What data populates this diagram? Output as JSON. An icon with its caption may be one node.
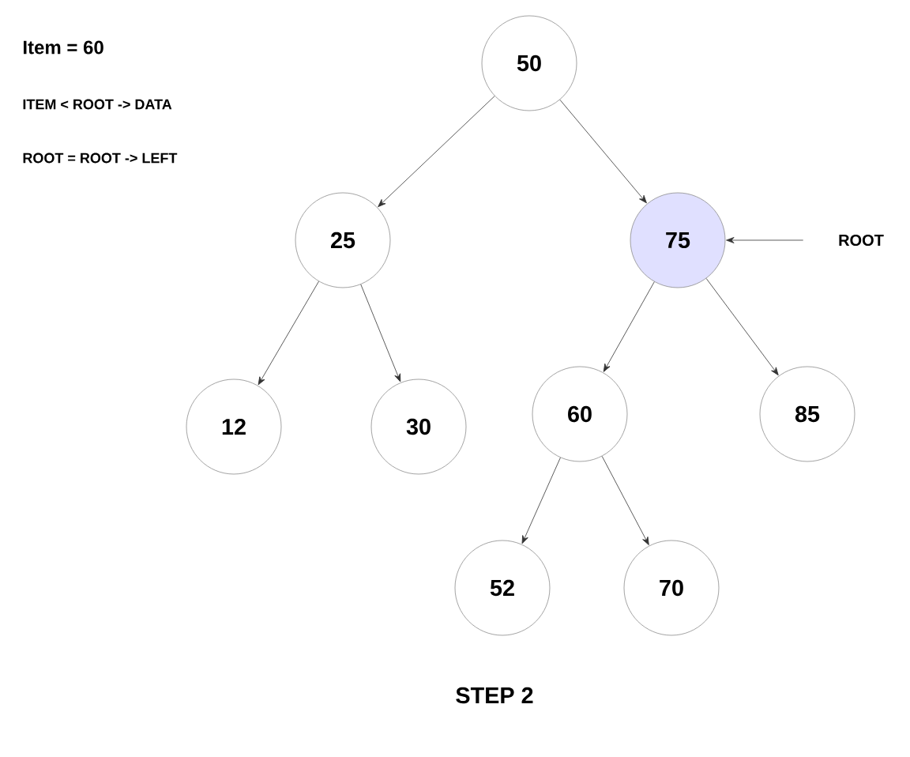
{
  "diagram": {
    "caption": "STEP 2",
    "nodes": [
      {
        "text": [
          "50"
        ]
      },
      {
        "text": [
          "25"
        ]
      },
      {
        "text": [
          "75"
        ]
      },
      {
        "text": [
          "12"
        ]
      },
      {
        "text": [
          "30"
        ]
      },
      {
        "text": [
          "60"
        ]
      },
      {
        "text": [
          "85"
        ]
      },
      {
        "text": [
          "52"
        ]
      },
      {
        "text": [
          "70"
        ]
      },
      {
        "text": [
          "ROOT"
        ]
      }
    ],
    "edges": [
      {
        "from": 0,
        "to": 1,
        "arrow": "to"
      },
      {
        "from": 0,
        "to": 2,
        "arrow": "to"
      },
      {
        "from": 1,
        "to": 3,
        "arrow": "to"
      },
      {
        "from": 1,
        "to": 4,
        "arrow": "to"
      },
      {
        "from": 2,
        "to": 5,
        "arrow": "to"
      },
      {
        "from": 2,
        "to": 6,
        "arrow": "to"
      },
      {
        "from": 5,
        "to": 7,
        "arrow": "to"
      },
      {
        "from": 5,
        "to": 8,
        "arrow": "to"
      },
      {
        "from": 9,
        "to": 2,
        "arrow": "to"
      }
    ],
    "labels": [
      "Item = 60",
      "ITEM < ROOT -> DATA",
      "ROOT = ROOT -> LEFT"
    ]
  }
}
